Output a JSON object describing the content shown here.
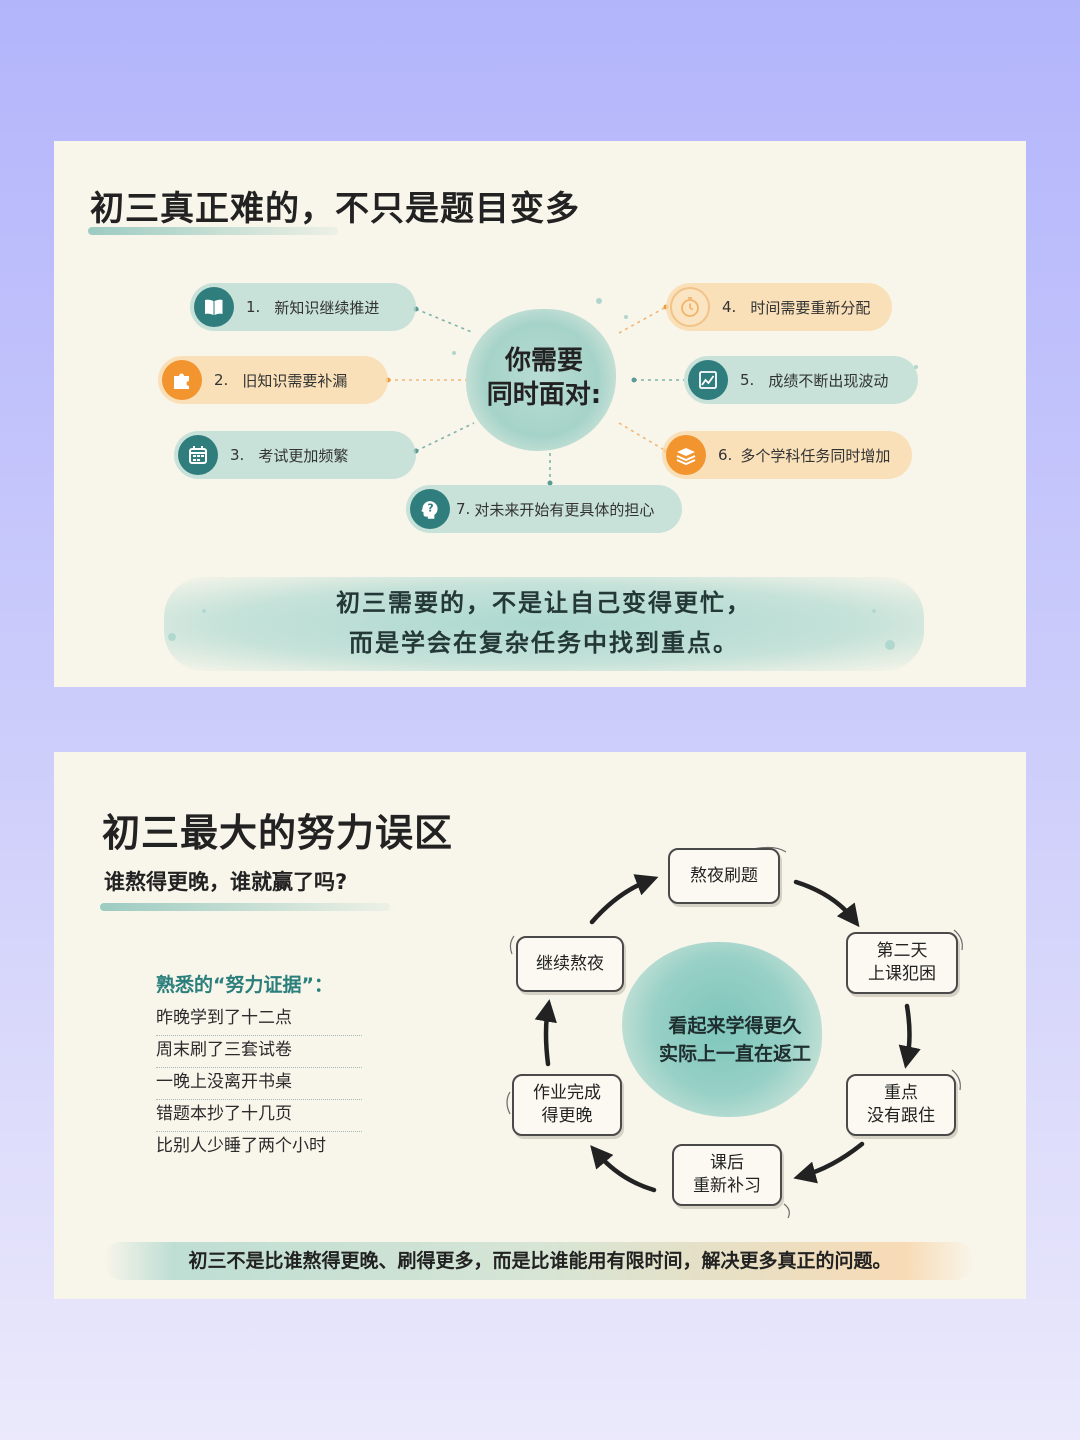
{
  "card1": {
    "title": "初三真正难的，不只是题目变多",
    "hub": {
      "line1": "你需要",
      "line2": "同时面对:"
    },
    "items": [
      {
        "num": "1.",
        "text": "新知识继续推进",
        "icon": "book-icon"
      },
      {
        "num": "2.",
        "text": "旧知识需要补漏",
        "icon": "puzzle-icon"
      },
      {
        "num": "3.",
        "text": "考试更加频繁",
        "icon": "calendar-icon"
      },
      {
        "num": "4.",
        "text": "时间需要重新分配",
        "icon": "clock-icon"
      },
      {
        "num": "5.",
        "text": "成绩不断出现波动",
        "icon": "chart-icon"
      },
      {
        "num": "6.",
        "text": "多个学科任务同时增加",
        "icon": "books-stack-icon"
      },
      {
        "num": "7.",
        "text": "对未来开始有更具体的担心",
        "icon": "question-head-icon"
      }
    ],
    "banner": {
      "line1": "初三需要的，不是让自己变得更忙，",
      "line2": "而是学会在复杂任务中找到重点。"
    },
    "colors": {
      "teal": "#2f7d7d",
      "orange": "#f2952e"
    }
  },
  "card2": {
    "title": "初三最大的努力误区",
    "subtitle": "谁熬得更晚，谁就赢了吗?",
    "evidence_title": "熟悉的“努力证据”：",
    "evidence": [
      "昨晚学到了十二点",
      "周末刷了三套试卷",
      "一晚上没离开书桌",
      "错题本抄了十几页",
      "比别人少睡了两个小时"
    ],
    "center": {
      "line1": "看起来学得更久",
      "line2": "实际上一直在返工"
    },
    "cycle": [
      {
        "line1": "熬夜刷题",
        "line2": ""
      },
      {
        "line1": "第二天",
        "line2": "上课犯困"
      },
      {
        "line1": "重点",
        "line2": "没有跟住"
      },
      {
        "line1": "课后",
        "line2": "重新补习"
      },
      {
        "line1": "作业完成",
        "line2": "得更晚"
      },
      {
        "line1": "继续熬夜",
        "line2": ""
      }
    ],
    "bottom": "初三不是比谁熬得更晚、刷得更多，而是比谁能用有限时间，解决更多真正的问题。"
  }
}
